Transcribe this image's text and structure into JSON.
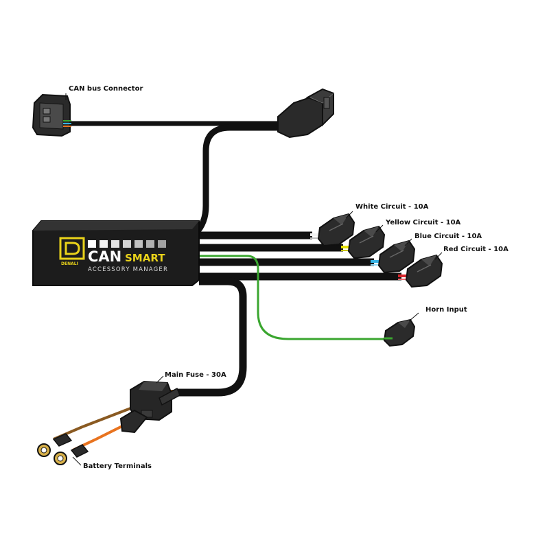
{
  "product": {
    "logo_text": "DENALI",
    "brand_can": "CAN",
    "brand_smart": "SMART",
    "subtitle": "ACCESSORY MANAGER",
    "indicator_count": 7
  },
  "labels": {
    "can_bus": "CAN bus Connector",
    "white": "White Circuit - 10A",
    "yellow": "Yellow Circuit - 10A",
    "blue": "Blue Circuit - 10A",
    "red": "Red Circuit - 10A",
    "horn": "Horn Input",
    "fuse": "Main Fuse - 30A",
    "battery": "Battery Terminals"
  },
  "colors": {
    "cable": "#111111",
    "module": "#1c1c1c",
    "brand_yellow": "#e9d21a",
    "white_wire": "#f2f2f2",
    "yellow_wire": "#e6e200",
    "blue_wire": "#35b3e6",
    "red_wire": "#d8262c",
    "green_wire": "#3aa62f",
    "orange_wire": "#e8731f",
    "brown_wire": "#8a5a22"
  }
}
